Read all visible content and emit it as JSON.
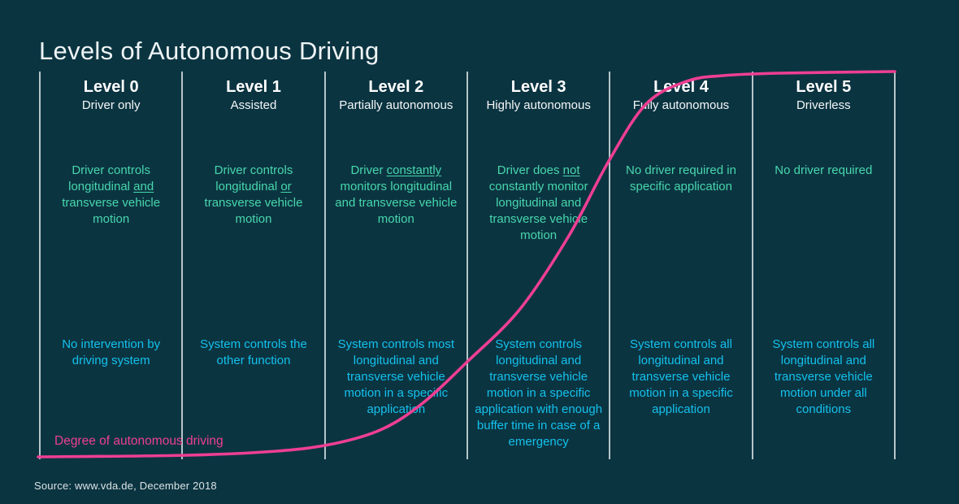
{
  "page": {
    "title": "Levels of Autonomous Driving",
    "source": "Source: www.vda.de, December 2018"
  },
  "colors": {
    "background": "#0b3441",
    "title_text": "#eef4f5",
    "header_text": "#ffffff",
    "driver_text": "#47d7ac",
    "system_text": "#14c1ec",
    "curve_pink": "#ee3f92",
    "separator": "#b6c5c9",
    "source_text": "#dbe3e5"
  },
  "columns": [
    {
      "level": "Level 0",
      "subtitle": "Driver only",
      "driver_segments": [
        {
          "text": "Driver controls longitudinal "
        },
        {
          "text": "and",
          "underline": true
        },
        {
          "text": " transverse vehicle motion"
        }
      ],
      "system": "No intervention by driving system"
    },
    {
      "level": "Level 1",
      "subtitle": "Assisted",
      "driver_segments": [
        {
          "text": "Driver controls longitudinal "
        },
        {
          "text": "or",
          "underline": true
        },
        {
          "text": " transverse vehicle motion"
        }
      ],
      "system": "System controls the other function"
    },
    {
      "level": "Level 2",
      "subtitle": "Partially autonomous",
      "driver_segments": [
        {
          "text": "Driver "
        },
        {
          "text": "constantly",
          "underline": true
        },
        {
          "text": " monitors longitudinal and transverse vehicle motion"
        }
      ],
      "system": "System controls most longitudinal and transverse vehicle motion in a specific application"
    },
    {
      "level": "Level 3",
      "subtitle": "Highly autonomous",
      "driver_segments": [
        {
          "text": "Driver does "
        },
        {
          "text": "not",
          "underline": true
        },
        {
          "text": " constantly monitor longitudinal and transverse vehicle motion"
        }
      ],
      "system": "System controls longitudinal and transverse vehicle motion in a specific application with enough buffer time in case of a emergency"
    },
    {
      "level": "Level 4",
      "subtitle": "Fully autonomous",
      "driver_segments": [
        {
          "text": "No driver required in specific application"
        }
      ],
      "system": "System controls all longitudinal and transverse vehicle motion in a specific application"
    },
    {
      "level": "Level 5",
      "subtitle": "Driverless",
      "driver_segments": [
        {
          "text": "No driver required"
        }
      ],
      "system": "System controls all longitudinal and transverse vehicle motion under all conditions"
    }
  ],
  "curve": {
    "label": "Degree of autonomous driving",
    "stroke_width": 3.6,
    "points": [
      [
        47,
        562
      ],
      [
        230,
        560
      ],
      [
        340,
        555
      ],
      [
        410,
        546
      ],
      [
        470,
        528
      ],
      [
        520,
        496
      ],
      [
        575,
        445
      ],
      [
        640,
        380
      ],
      [
        700,
        290
      ],
      [
        748,
        200
      ],
      [
        795,
        128
      ],
      [
        845,
        100
      ],
      [
        890,
        93
      ],
      [
        960,
        90
      ],
      [
        1101,
        88
      ]
    ]
  }
}
